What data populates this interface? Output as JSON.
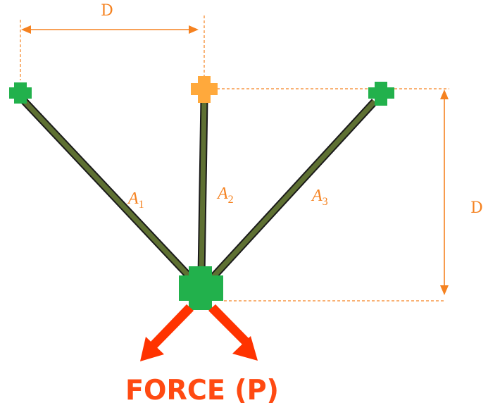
{
  "diagram": {
    "dimension_top_label": "D",
    "dimension_right_label": "D",
    "members": [
      {
        "id": "A1",
        "base": "A",
        "sub": "1"
      },
      {
        "id": "A2",
        "base": "A",
        "sub": "2"
      },
      {
        "id": "A3",
        "base": "A",
        "sub": "3"
      }
    ],
    "force_label": "FORCE (P)"
  },
  "colors": {
    "member_fill": "#5e7032",
    "member_outline": "#1a1a1a",
    "node_green": "#22b14c",
    "node_orange": "#ffa93c",
    "annotation_orange": "#f58220",
    "force_arrow": "#ff3300",
    "force_text": "#ff4a12"
  }
}
